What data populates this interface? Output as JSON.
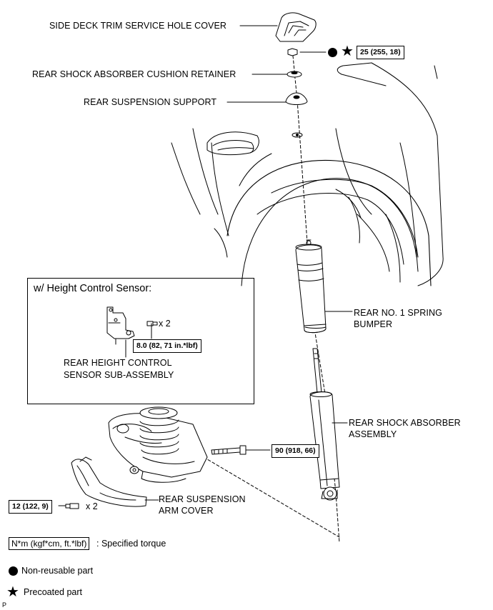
{
  "labels": {
    "side_deck": "SIDE DECK TRIM SERVICE HOLE COVER",
    "cushion_retainer": "REAR SHOCK ABSORBER CUSHION RETAINER",
    "suspension_support": "REAR SUSPENSION SUPPORT",
    "spring_bumper_l1": "REAR NO. 1 SPRING",
    "spring_bumper_l2": "BUMPER",
    "shock_l1": "REAR SHOCK ABSORBER",
    "shock_l2": "ASSEMBLY",
    "height_sensor_l1": "REAR HEIGHT CONTROL",
    "height_sensor_l2": "SENSOR SUB-ASSEMBLY",
    "arm_cover_l1": "REAR SUSPENSION",
    "arm_cover_l2": "ARM COVER"
  },
  "torques": {
    "top_nut": "25 (255, 18)",
    "sensor_bolt": "8.0 (82, 71 in.*lbf)",
    "lower_bolt": "90 (918, 66)",
    "cover_bolt": "12 (122, 9)"
  },
  "quantities": {
    "sensor_bolts": "x 2",
    "cover_bolts": "x 2"
  },
  "inset": {
    "title": "w/ Height Control Sensor:"
  },
  "legend": {
    "torque_box": "N*m (kgf*cm, ft.*lbf)",
    "torque_text": ": Specified torque",
    "nonreusable": "Non-reusable part",
    "precoated": "Precoated part"
  },
  "corner_mark": "P",
  "symbols": {
    "nonreusable": "filled-circle-icon",
    "precoated": "star-icon"
  }
}
